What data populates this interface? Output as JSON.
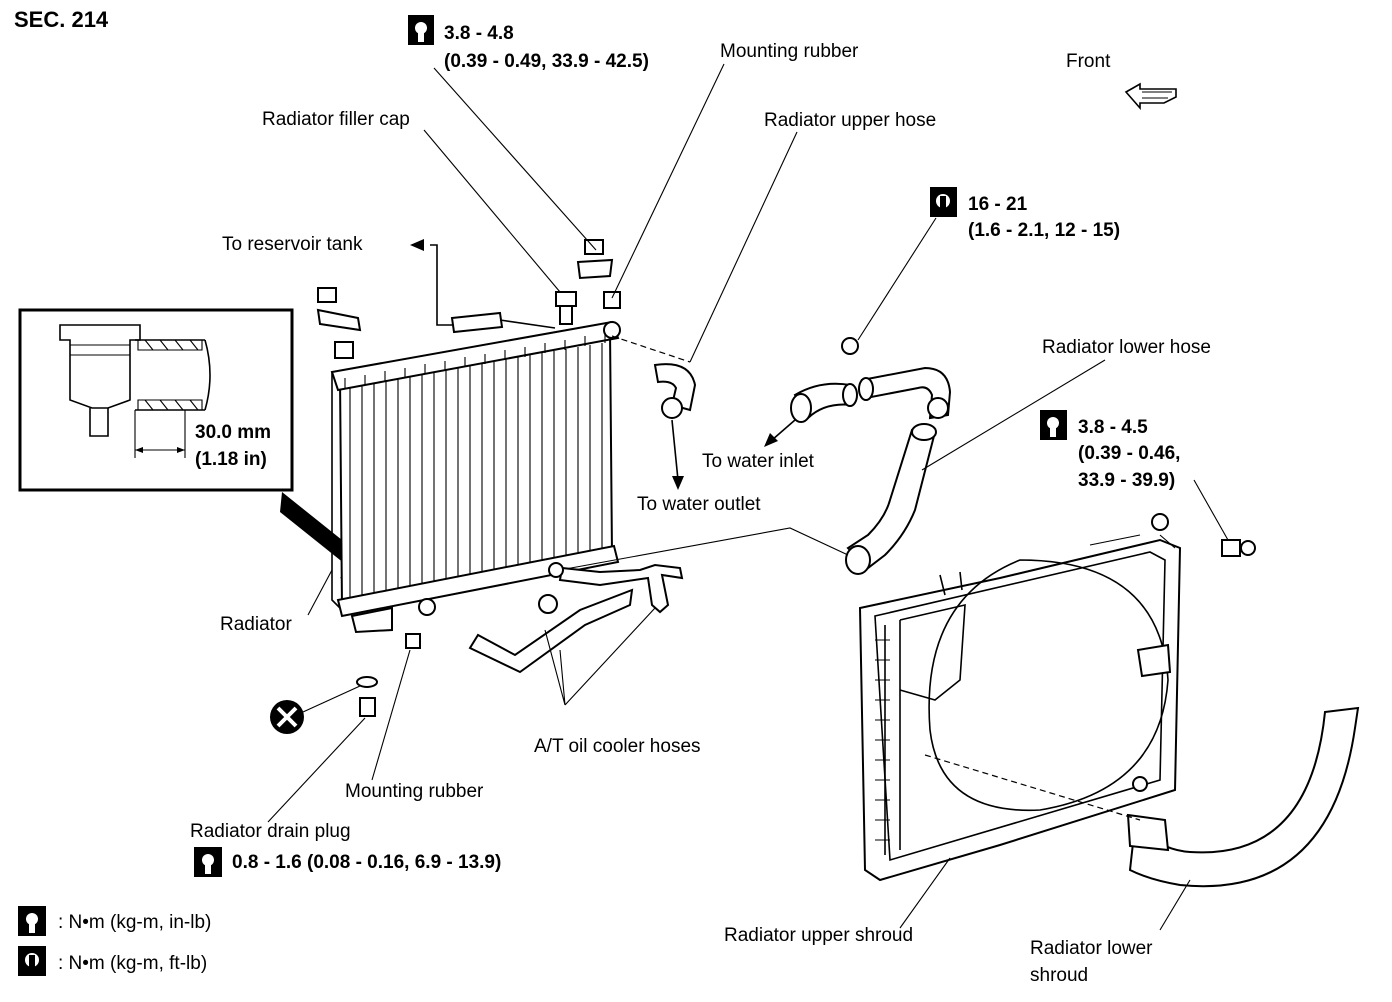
{
  "section": "SEC. 214",
  "front": "Front",
  "torque_top": {
    "value": "3.8 - 4.8",
    "detail": "(0.39 - 0.49, 33.9 - 42.5)"
  },
  "torque_upper_hose": {
    "value": "16 - 21",
    "detail": "(1.6 - 2.1, 12 - 15)"
  },
  "torque_shroud": {
    "value": "3.8 - 4.5",
    "detail1": "(0.39 - 0.46,",
    "detail2": "33.9 - 39.9)"
  },
  "torque_drain": "0.8 - 1.6 (0.08 - 0.16, 6.9 - 13.9)",
  "labels": {
    "mounting_rubber_top": "Mounting rubber",
    "radiator_filler_cap": "Radiator filler cap",
    "radiator_upper_hose": "Radiator upper hose",
    "to_reservoir_tank": "To reservoir tank",
    "radiator_lower_hose": "Radiator lower hose",
    "to_water_inlet": "To water inlet",
    "to_water_outlet": "To water outlet",
    "radiator": "Radiator",
    "at_oil_cooler_hoses": "A/T oil cooler hoses",
    "mounting_rubber_bottom": "Mounting rubber",
    "radiator_drain_plug": "Radiator drain plug",
    "radiator_upper_shroud": "Radiator upper shroud",
    "radiator_lower_shroud_1": "Radiator lower",
    "radiator_lower_shroud_2": "shroud"
  },
  "inset": {
    "dim_mm": "30.0 mm",
    "dim_in": "(1.18 in)"
  },
  "legend": {
    "nm_kgm_inlb": ": N•m (kg-m, in-lb)",
    "nm_kgm_ftlb": ": N•m (kg-m, ft-lb)"
  },
  "icons": [
    "torque-wrench-icon",
    "torque-ring-icon",
    "discard-x-icon",
    "front-arrow-icon"
  ]
}
